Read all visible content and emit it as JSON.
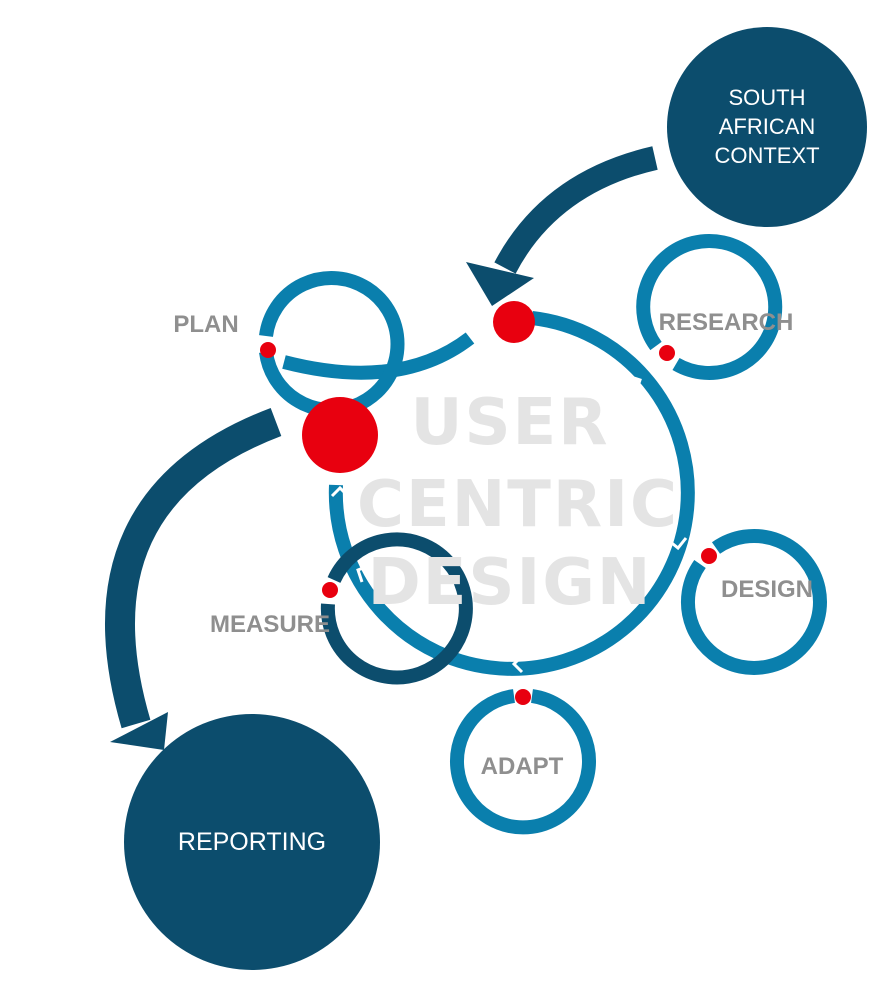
{
  "diagram": {
    "center_lines": [
      "USER",
      "CENTRIC",
      "DESIGN"
    ],
    "stages": {
      "plan": "PLAN",
      "research": "RESEARCH",
      "design": "DESIGN",
      "adapt": "ADAPT",
      "measure": "MEASURE"
    },
    "context_lines": [
      "SOUTH",
      "AFRICAN",
      "CONTEXT"
    ],
    "reporting": "REPORTING"
  },
  "colors": {
    "ring_blue": "#0a7fad",
    "dark_navy": "#0c4d6d",
    "marker_red": "#e8000f",
    "center_text": "#e4e4e4",
    "stage_text": "#8f8f8f"
  }
}
